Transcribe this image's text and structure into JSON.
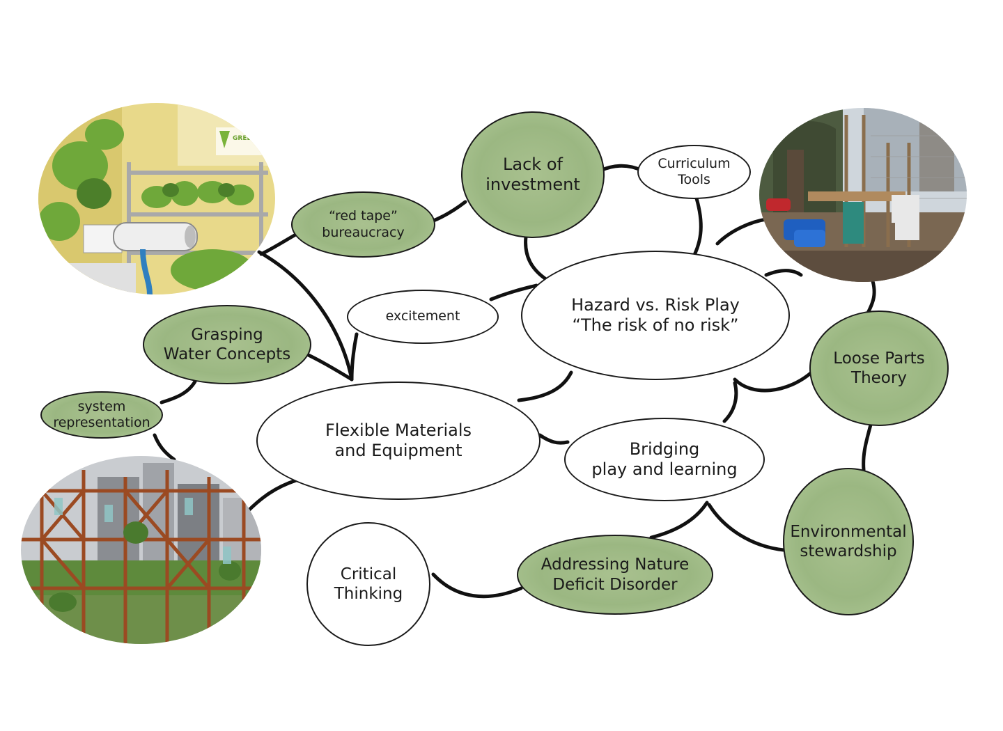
{
  "nodes": {
    "center": "Flexible Materials\nand Equipment",
    "hazard": "Hazard vs. Risk Play\n“The risk of no risk”",
    "bridging": "Bridging\nplay and learning",
    "lack_investment": "Lack of\ninvestment",
    "red_tape": "“red tape”\nbureaucracy",
    "curriculum": "Curriculum\nTools",
    "excitement": "excitement",
    "grasping": "Grasping\nWater Concepts",
    "system": "system\nrepresentation",
    "loose_parts": "Loose Parts\nTheory",
    "environmental": "Environmental\nstewardship",
    "critical": "Critical\nThinking",
    "nature_deficit": "Addressing Nature\nDeficit Disorder"
  },
  "photos": [
    {
      "name": "hydroponic-garden-photo",
      "sign_text": "GREENHOUSE PARTNERS"
    },
    {
      "name": "adventure-playground-photo"
    },
    {
      "name": "scaffold-water-garden-photo"
    }
  ],
  "colors": {
    "green_fill": "#9bb782",
    "outline": "#1a1a1a",
    "connector": "#111111"
  }
}
